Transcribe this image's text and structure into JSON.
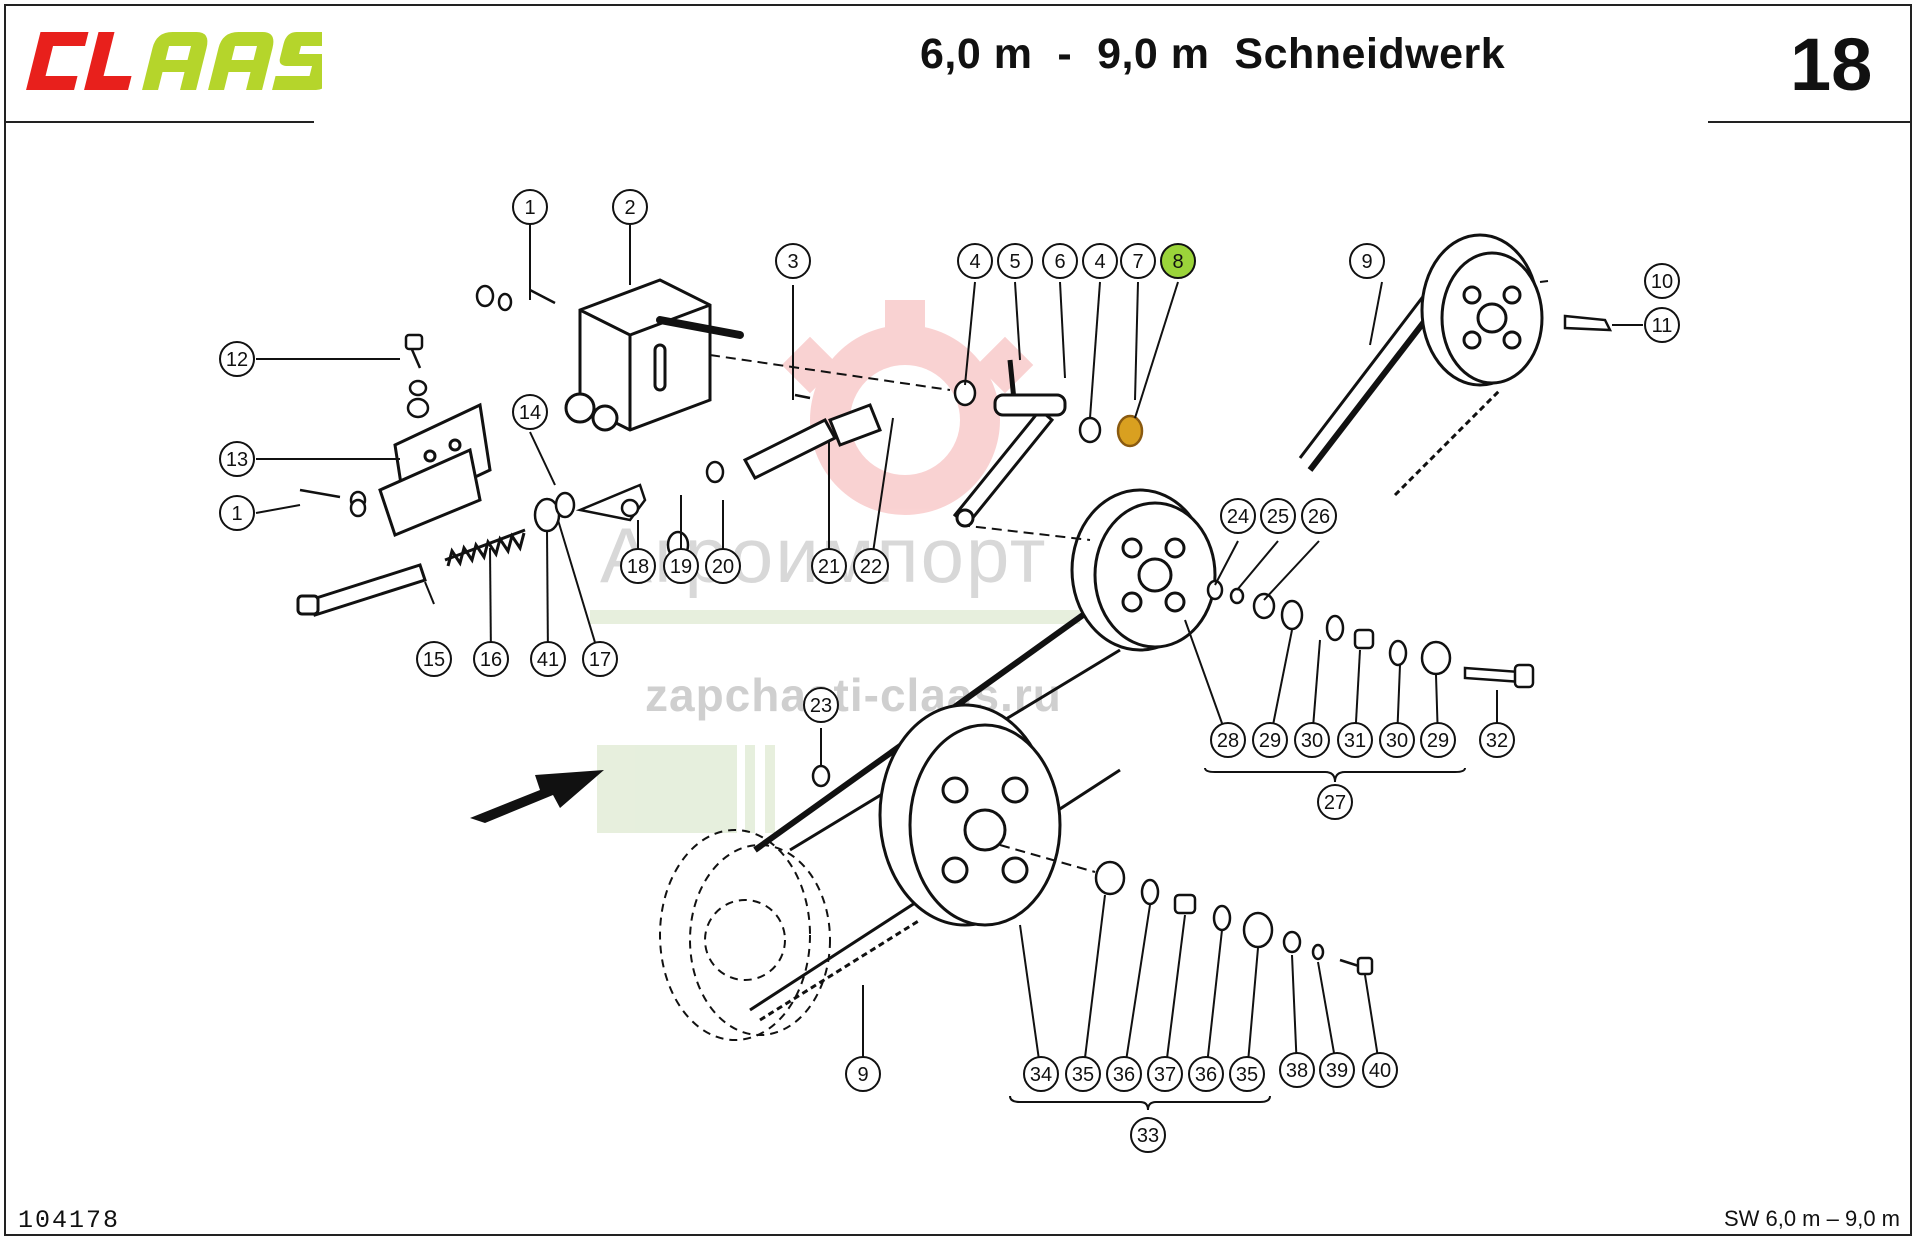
{
  "brand": "CLAAS",
  "title": "6,0 m  -  9,0 m  Schneidwerk",
  "page_number": "18",
  "drawing_number": "104178",
  "model_ref": "SW 6,0 m – 9,0 m",
  "watermark": {
    "brand": "Агроимпорт",
    "url": "zapchasti-claas.ru"
  },
  "colors": {
    "logo_red": "#e8201c",
    "logo_green": "#b5d52b",
    "highlight_callout": "#9bd43a",
    "highlight_part": "#d9a020",
    "ink": "#111111"
  },
  "callouts": [
    {
      "id": "c1a",
      "label": "1"
    },
    {
      "id": "c2",
      "label": "2"
    },
    {
      "id": "c3",
      "label": "3"
    },
    {
      "id": "c4a",
      "label": "4"
    },
    {
      "id": "c5",
      "label": "5"
    },
    {
      "id": "c6",
      "label": "6"
    },
    {
      "id": "c4b",
      "label": "4"
    },
    {
      "id": "c7",
      "label": "7"
    },
    {
      "id": "c8",
      "label": "8",
      "highlight": true
    },
    {
      "id": "c9a",
      "label": "9"
    },
    {
      "id": "c10",
      "label": "10"
    },
    {
      "id": "c11",
      "label": "11"
    },
    {
      "id": "c12",
      "label": "12"
    },
    {
      "id": "c13",
      "label": "13"
    },
    {
      "id": "c1b",
      "label": "1"
    },
    {
      "id": "c14",
      "label": "14"
    },
    {
      "id": "c15",
      "label": "15"
    },
    {
      "id": "c16",
      "label": "16"
    },
    {
      "id": "c41",
      "label": "41"
    },
    {
      "id": "c17",
      "label": "17"
    },
    {
      "id": "c18",
      "label": "18"
    },
    {
      "id": "c19",
      "label": "19"
    },
    {
      "id": "c20",
      "label": "20"
    },
    {
      "id": "c21",
      "label": "21"
    },
    {
      "id": "c22",
      "label": "22"
    },
    {
      "id": "c24",
      "label": "24"
    },
    {
      "id": "c25",
      "label": "25"
    },
    {
      "id": "c26",
      "label": "26"
    },
    {
      "id": "c23",
      "label": "23"
    },
    {
      "id": "c28",
      "label": "28"
    },
    {
      "id": "c29a",
      "label": "29"
    },
    {
      "id": "c30a",
      "label": "30"
    },
    {
      "id": "c31",
      "label": "31"
    },
    {
      "id": "c30b",
      "label": "30"
    },
    {
      "id": "c29b",
      "label": "29"
    },
    {
      "id": "c32",
      "label": "32"
    },
    {
      "id": "c27",
      "label": "27"
    },
    {
      "id": "c9b",
      "label": "9"
    },
    {
      "id": "c34",
      "label": "34"
    },
    {
      "id": "c35a",
      "label": "35"
    },
    {
      "id": "c36a",
      "label": "36"
    },
    {
      "id": "c37",
      "label": "37"
    },
    {
      "id": "c36b",
      "label": "36"
    },
    {
      "id": "c35b",
      "label": "35"
    },
    {
      "id": "c38",
      "label": "38"
    },
    {
      "id": "c39",
      "label": "39"
    },
    {
      "id": "c40",
      "label": "40"
    },
    {
      "id": "c33",
      "label": "33"
    }
  ]
}
